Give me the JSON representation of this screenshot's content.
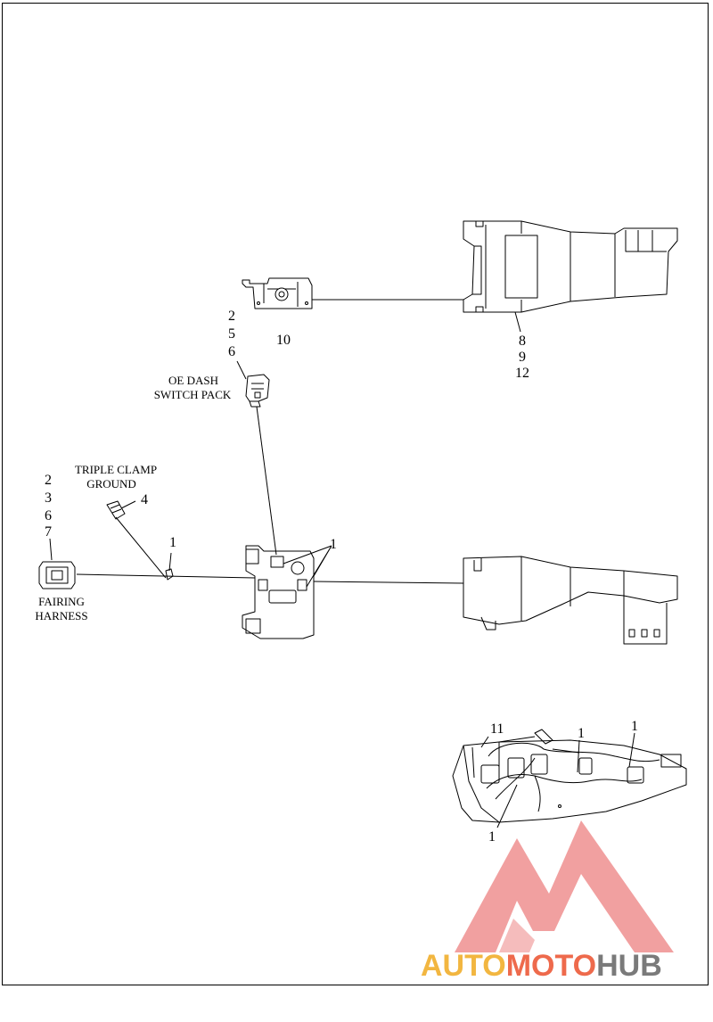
{
  "callouts": {
    "c_top_left_stack": [
      "2",
      "5",
      "6"
    ],
    "c_10": "10",
    "c_right_stack": [
      "8",
      "9",
      "12"
    ],
    "c_left_stack": [
      "2",
      "3",
      "6",
      "7"
    ],
    "c_4": "4",
    "c_1_ground": "1",
    "c_1_bracket": "1",
    "c_11": "11",
    "c_1_inset_a": "1",
    "c_1_inset_b": "1",
    "c_1_inset_c": "1"
  },
  "labels": {
    "oe_dash_line1": "OE DASH",
    "oe_dash_line2": "SWITCH PACK",
    "triple_clamp_line1": "TRIPLE CLAMP",
    "triple_clamp_line2": "GROUND",
    "fairing_line1": "FAIRING",
    "fairing_line2": "HARNESS"
  },
  "watermark": {
    "part1": "AUTO",
    "part2": "MOTO",
    "part3": "HUB",
    "colors": {
      "auto": "#f2b640",
      "moto": "#ee6a4c",
      "hub": "#7a7a7a",
      "logo": "#ef8f8f"
    }
  }
}
